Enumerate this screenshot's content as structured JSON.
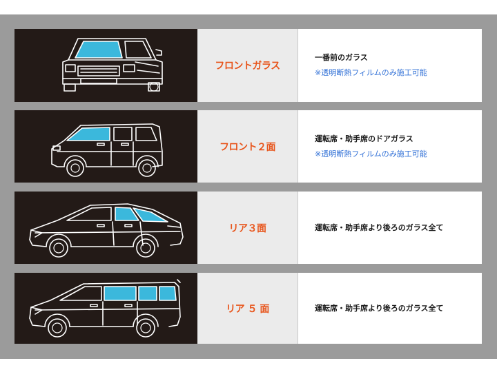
{
  "rows": [
    {
      "name": "フロントガラス",
      "desc": "一番前のガラス",
      "note": "※透明断熱フィルムのみ施工可能",
      "car_icon": "kei-car-front-view"
    },
    {
      "name": "フロント２面",
      "desc": "運転席・助手席のドアガラス",
      "note": "※透明断熱フィルムのみ施工可能",
      "car_icon": "kei-car-side-view"
    },
    {
      "name": "リア３面",
      "desc": "運転席・助手席より後ろのガラス全て",
      "note": "",
      "car_icon": "hybrid-sedan-side-view"
    },
    {
      "name": "リア ５ 面",
      "desc": "運転席・助手席より後ろのガラス全て",
      "note": "",
      "car_icon": "minivan-side-view"
    }
  ],
  "colors": {
    "frame": "#9b9b9b",
    "image_bg": "#231a17",
    "name_bg": "#ebebeb",
    "name_text": "#e8541a",
    "note_text": "#2f6fd6",
    "glass": "#3bb8dc"
  }
}
